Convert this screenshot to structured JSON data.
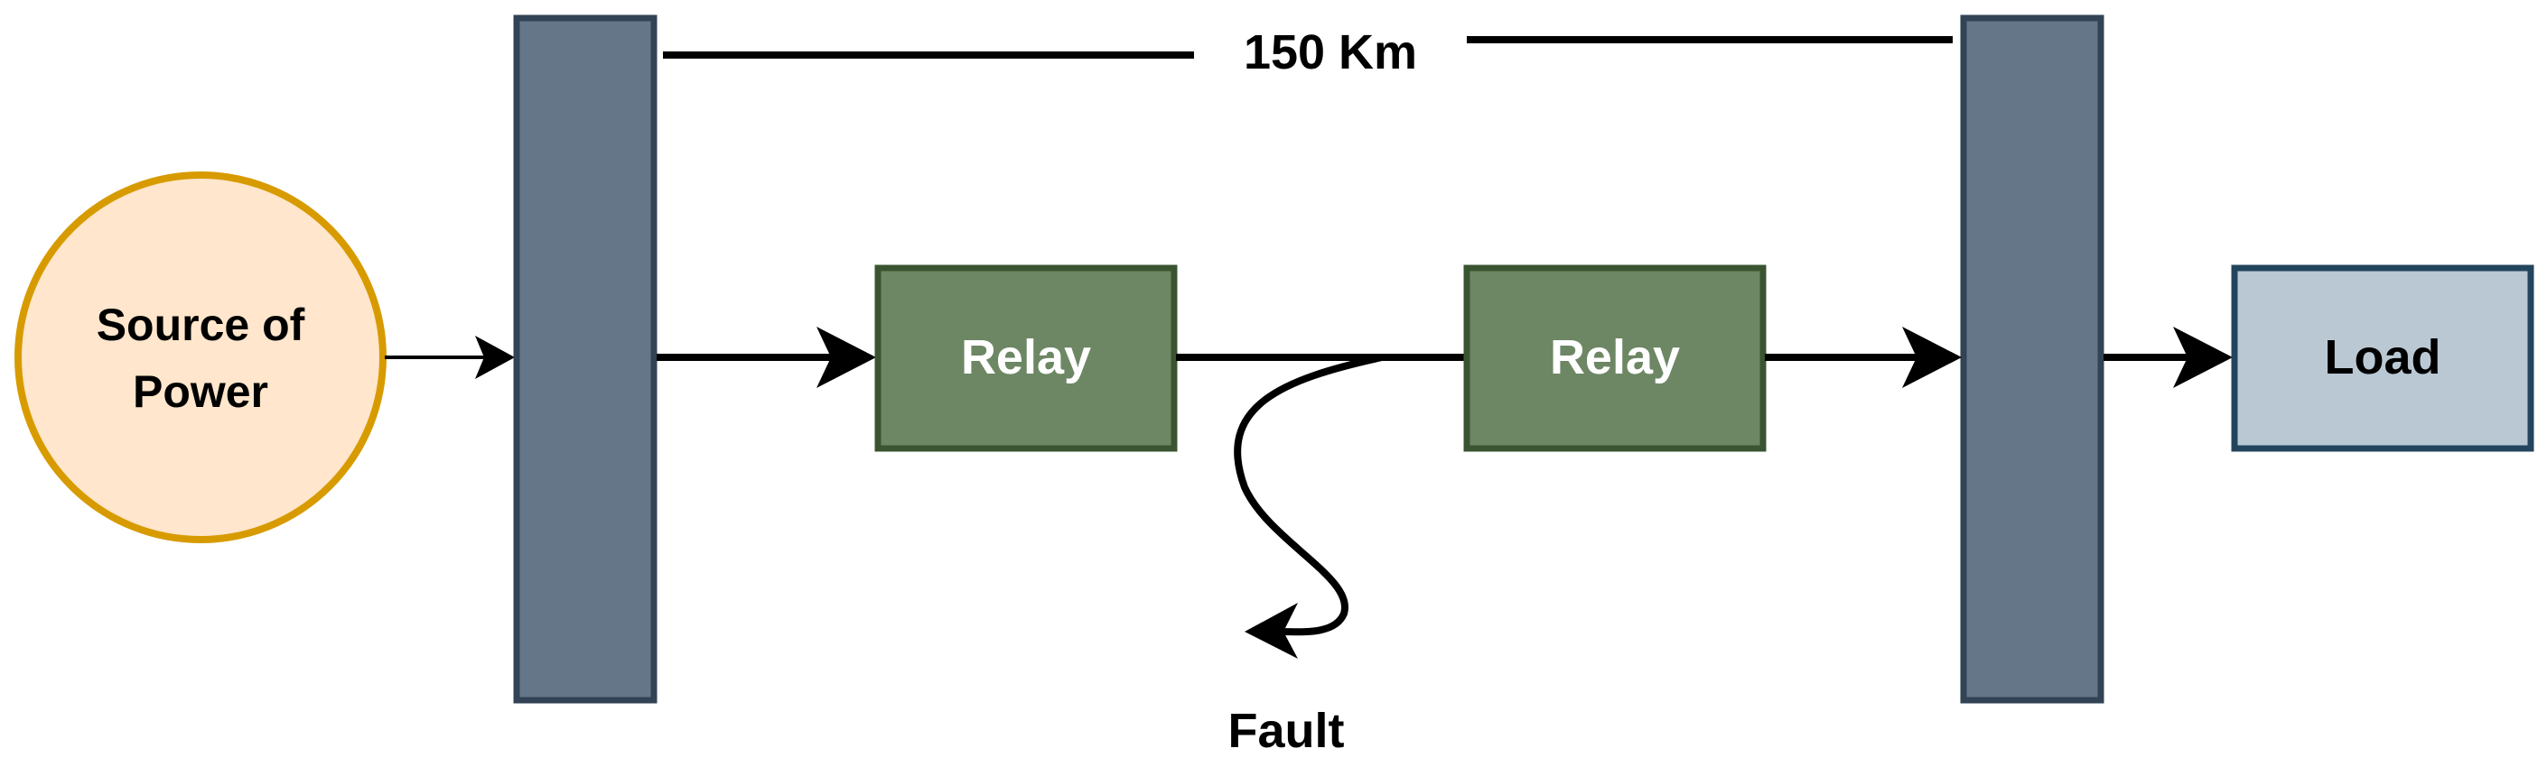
{
  "diagram": {
    "source": {
      "line1": "Source of",
      "line2": "Power"
    },
    "distance": "150 Km",
    "relay_left": "Relay",
    "relay_right": "Relay",
    "load": "Load",
    "fault": "Fault"
  },
  "colors": {
    "source_fill": "#ffe6cc",
    "source_stroke": "#d79b00",
    "bus_fill": "#647687",
    "bus_stroke": "#314354",
    "relay_fill": "#6d8764",
    "relay_stroke": "#3a5431",
    "load_fill": "#bac8d3",
    "load_stroke": "#23445d",
    "line": "#000000"
  }
}
